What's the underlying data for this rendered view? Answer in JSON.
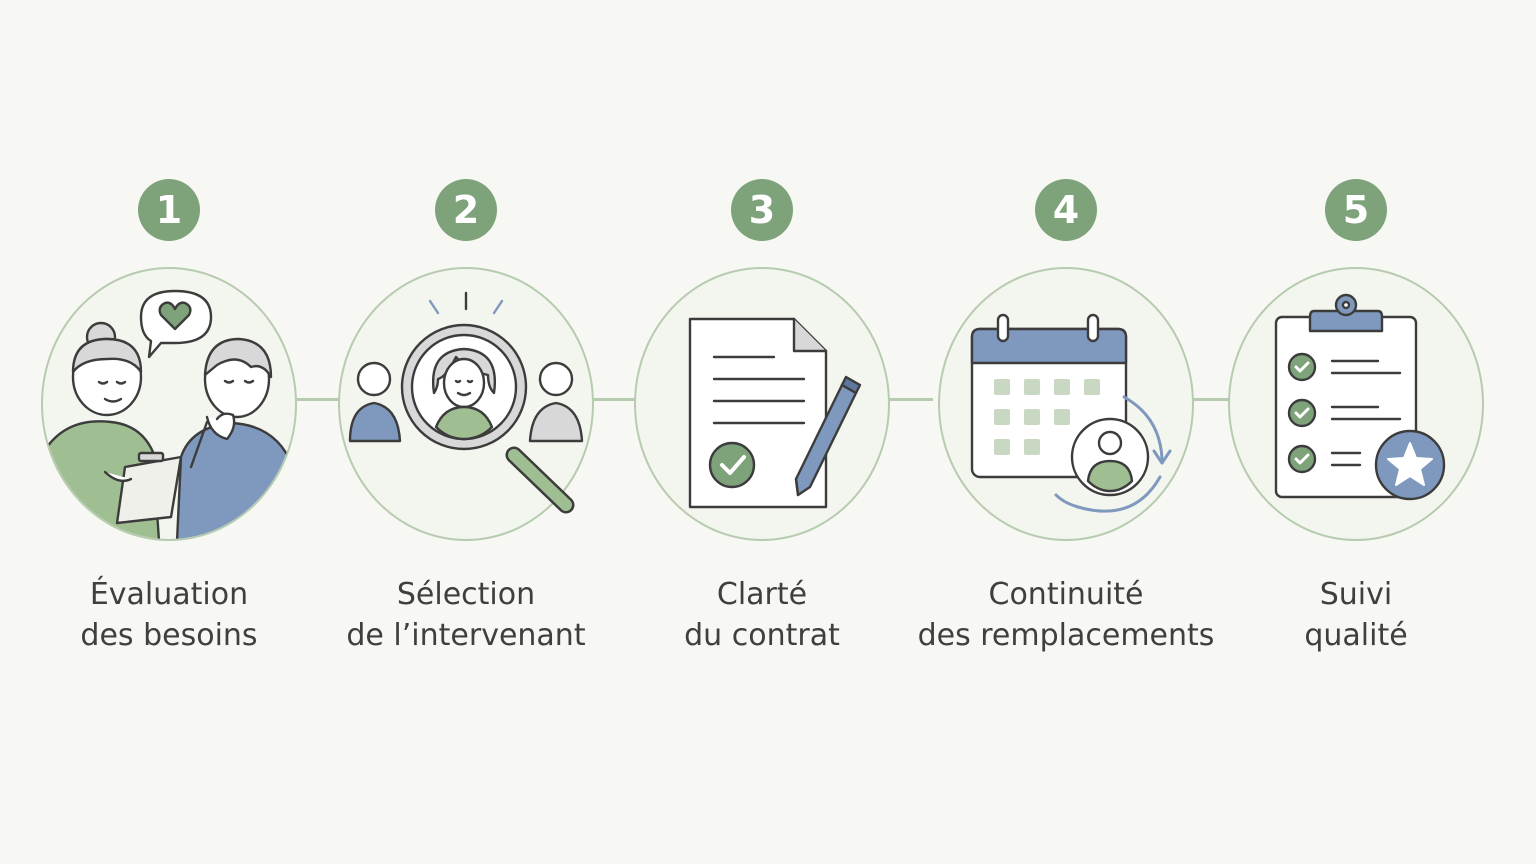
{
  "steps": [
    {
      "number": "1",
      "line1": "Évaluation",
      "line2": "des besoins"
    },
    {
      "number": "2",
      "line1": "Sélection",
      "line2": "de l’intervenant"
    },
    {
      "number": "3",
      "line1": "Clarté",
      "line2": "du contrat"
    },
    {
      "number": "4",
      "line1": "Continuité",
      "line2": "des remplacements"
    },
    {
      "number": "5",
      "line1": "Suivi",
      "line2": "qualité"
    }
  ],
  "icons": {
    "step1": "needs-assessment-illustration",
    "step2": "caregiver-search-magnifier-icon",
    "step3": "signed-contract-icon",
    "step4": "replacement-calendar-icon",
    "step5": "quality-checklist-icon"
  },
  "colors": {
    "green": "#7ea37a",
    "blue": "#7f98bd",
    "line": "#b7cbb0",
    "text": "#3f3f3f",
    "background": "#f7f7f3"
  }
}
